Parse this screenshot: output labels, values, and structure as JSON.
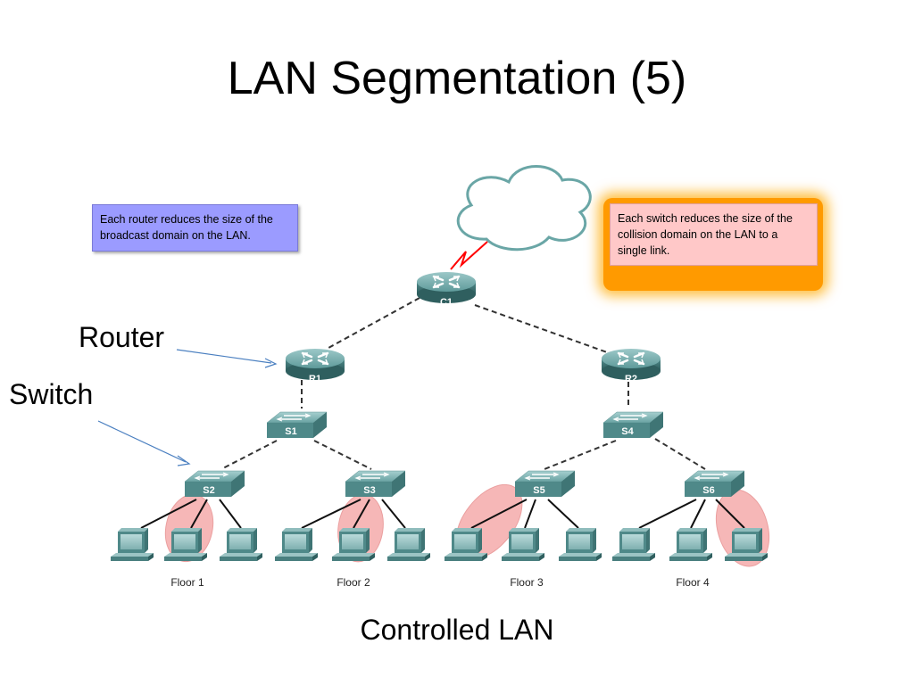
{
  "slide": {
    "title": "LAN Segmentation (5)",
    "caption": "Controlled LAN"
  },
  "labels": {
    "router": "Router",
    "switch": "Switch"
  },
  "notes": {
    "router_note": "Each router reduces the size of the broadcast domain on the LAN.",
    "switch_note": "Each switch reduces the size of the collision domain on the LAN to a single link."
  },
  "devices": {
    "core_router": "C1",
    "routers": [
      "R1",
      "R2"
    ],
    "distribution_switches": [
      "S1",
      "S4"
    ],
    "access_switches": [
      "S2",
      "S3",
      "S5",
      "S6"
    ]
  },
  "floors": [
    "Floor 1",
    "Floor 2",
    "Floor 3",
    "Floor 4"
  ],
  "colors": {
    "router_note_bg": "#9b9bff",
    "switch_note_bg": "#ffc8c8",
    "switch_note_glow": "#ff9a00",
    "collision_highlight": "#f4a0a0",
    "device_teal": "#4f8f8f",
    "wan_link": "#ff0000"
  }
}
